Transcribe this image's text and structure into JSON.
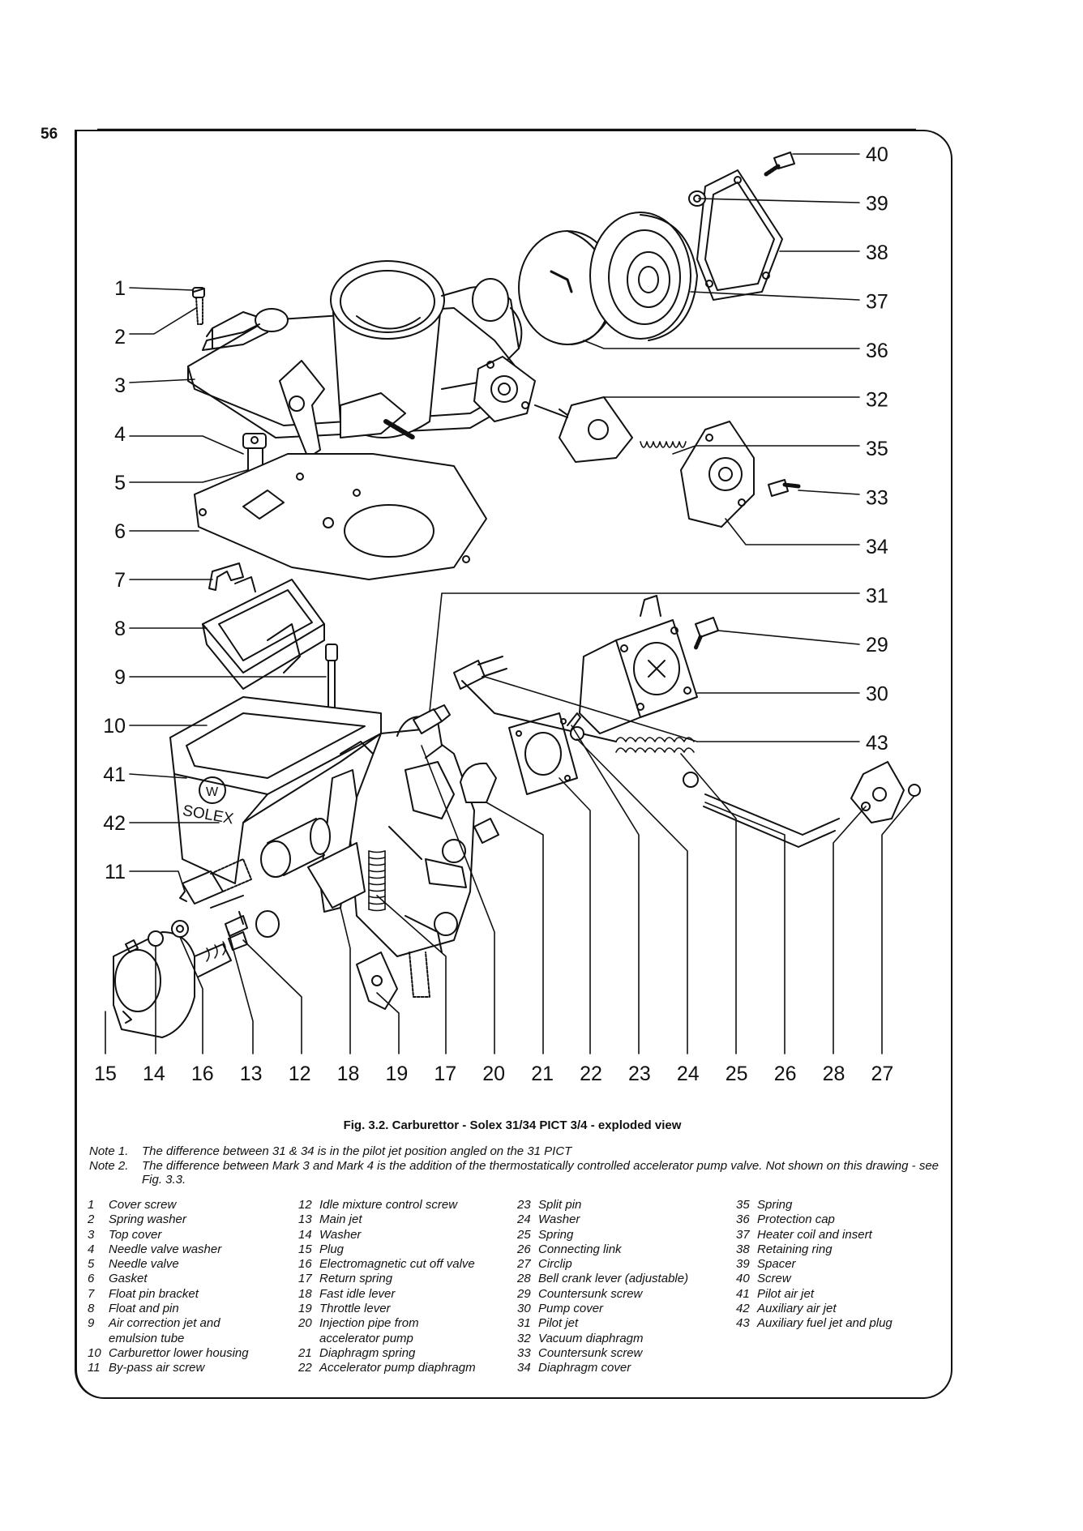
{
  "page_number": "56",
  "figure_caption": "Fig. 3.2. Carburettor - Solex 31/34 PICT 3/4 - exploded view",
  "notes": [
    {
      "tag": "Note 1.",
      "text": "The difference between 31 & 34 is in the pilot jet position angled on the 31 PICT"
    },
    {
      "tag": "Note 2.",
      "text": "The difference between Mark 3 and Mark 4 is the addition of the thermostatically controlled accelerator pump valve. Not shown on this drawing - see Fig. 3.3."
    }
  ],
  "diagram_labels": {
    "left": [
      "1",
      "2",
      "3",
      "4",
      "5",
      "6",
      "7",
      "8",
      "9",
      "10",
      "41",
      "42",
      "11"
    ],
    "right": [
      "40",
      "39",
      "38",
      "37",
      "36",
      "32",
      "35",
      "33",
      "34",
      "31",
      "29",
      "30",
      "43"
    ],
    "bottom": [
      "15",
      "14",
      "16",
      "13",
      "12",
      "18",
      "19",
      "17",
      "20",
      "21",
      "22",
      "23",
      "24",
      "25",
      "26",
      "28",
      "27"
    ]
  },
  "diagram_marks": {
    "logo_vw": "W",
    "logo_solex": "SOLEX"
  },
  "legend": {
    "col1": [
      {
        "n": "1",
        "t": "Cover screw"
      },
      {
        "n": "2",
        "t": "Spring washer"
      },
      {
        "n": "3",
        "t": "Top cover"
      },
      {
        "n": "4",
        "t": "Needle valve washer"
      },
      {
        "n": "5",
        "t": "Needle valve"
      },
      {
        "n": "6",
        "t": "Gasket"
      },
      {
        "n": "7",
        "t": "Float pin bracket"
      },
      {
        "n": "8",
        "t": "Float and pin"
      },
      {
        "n": "9",
        "t": "Air correction jet and"
      },
      {
        "n": "",
        "t": "emulsion tube"
      },
      {
        "n": "10",
        "t": "Carburettor lower housing"
      },
      {
        "n": "11",
        "t": "By-pass air screw"
      }
    ],
    "col2": [
      {
        "n": "12",
        "t": "Idle mixture control screw"
      },
      {
        "n": "13",
        "t": "Main jet"
      },
      {
        "n": "14",
        "t": "Washer"
      },
      {
        "n": "15",
        "t": "Plug"
      },
      {
        "n": "16",
        "t": "Electromagnetic cut off valve"
      },
      {
        "n": "17",
        "t": "Return spring"
      },
      {
        "n": "18",
        "t": "Fast idle lever"
      },
      {
        "n": "19",
        "t": "Throttle lever"
      },
      {
        "n": "20",
        "t": "Injection pipe from"
      },
      {
        "n": "",
        "t": "accelerator pump"
      },
      {
        "n": "21",
        "t": "Diaphragm spring"
      },
      {
        "n": "22",
        "t": "Accelerator pump diaphragm"
      }
    ],
    "col3": [
      {
        "n": "23",
        "t": "Split pin"
      },
      {
        "n": "24",
        "t": "Washer"
      },
      {
        "n": "25",
        "t": "Spring"
      },
      {
        "n": "26",
        "t": "Connecting link"
      },
      {
        "n": "27",
        "t": "Circlip"
      },
      {
        "n": "28",
        "t": "Bell crank lever (adjustable)"
      },
      {
        "n": "29",
        "t": "Countersunk screw"
      },
      {
        "n": "30",
        "t": "Pump cover"
      },
      {
        "n": "31",
        "t": "Pilot jet"
      },
      {
        "n": "32",
        "t": "Vacuum diaphragm"
      },
      {
        "n": "33",
        "t": "Countersunk screw"
      },
      {
        "n": "34",
        "t": "Diaphragm cover"
      }
    ],
    "col4": [
      {
        "n": "35",
        "t": "Spring"
      },
      {
        "n": "36",
        "t": "Protection cap"
      },
      {
        "n": "37",
        "t": "Heater coil and insert"
      },
      {
        "n": "38",
        "t": "Retaining ring"
      },
      {
        "n": "39",
        "t": "Spacer"
      },
      {
        "n": "40",
        "t": "Screw"
      },
      {
        "n": "41",
        "t": "Pilot air jet"
      },
      {
        "n": "42",
        "t": "Auxiliary air jet"
      },
      {
        "n": "43",
        "t": "Auxiliary fuel jet and plug"
      }
    ]
  }
}
